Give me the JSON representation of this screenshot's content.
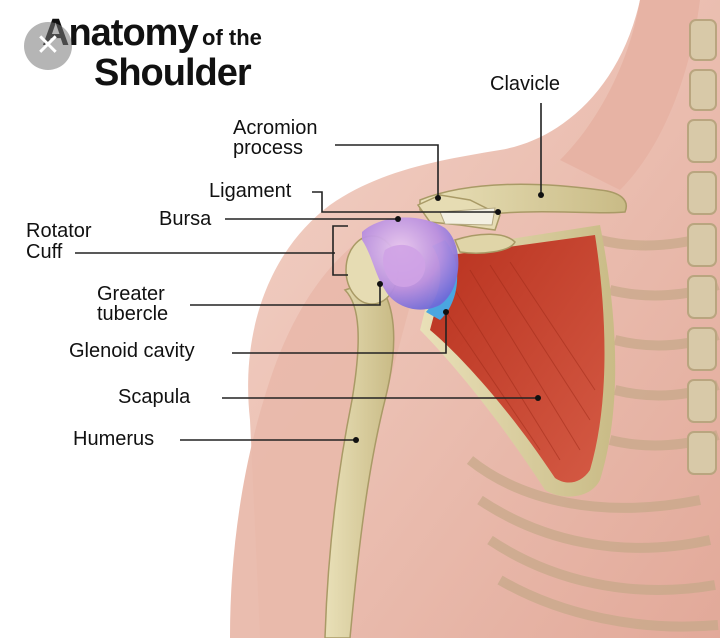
{
  "title": {
    "anatomy": "Anatomy",
    "of_the": "of the",
    "shoulder": "Shoulder"
  },
  "labels": {
    "clavicle": "Clavicle",
    "acromion_line1": "Acromion",
    "acromion_line2": "process",
    "ligament": "Ligament",
    "bursa": "Bursa",
    "rotator_line1": "Rotator",
    "rotator_line2": "Cuff",
    "greater_line1": "Greater",
    "greater_line2": "tubercle",
    "glenoid": "Glenoid cavity",
    "scapula": "Scapula",
    "humerus": "Humerus"
  },
  "controls": {
    "close_icon": "close-x-icon",
    "close_glyph": "✕"
  },
  "colors": {
    "muscle": "#e8b6a8",
    "bone": "#d9cfa0",
    "scapula_muscle": "#c0432e",
    "bursa": "#b98fe0",
    "glenoid_cartilage": "#4aa6e0"
  }
}
